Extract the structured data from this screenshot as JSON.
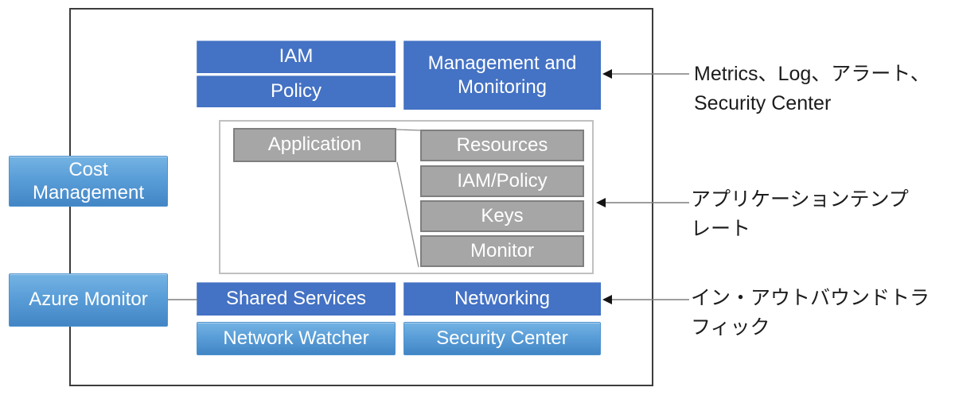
{
  "colors": {
    "dark-blue": "#4472C4",
    "light-blue-top": "#74B3E3",
    "light-blue-mid": "#5A9ED8",
    "light-blue-bottom": "#4285C5",
    "gray-box": "#A6A6A6",
    "gray-box-border": "#7F7F7F",
    "outline": "#3C3C3C",
    "container-border": "#C0C0C0",
    "connector": "#7F7F7F",
    "annotation-text": "#1C1C1C",
    "box-text": "#FFFFFF"
  },
  "boxes": {
    "iam": {
      "label": "IAM"
    },
    "policy": {
      "label": "Policy"
    },
    "management": {
      "lines": [
        "Management and",
        "Monitoring"
      ]
    },
    "cost_management": {
      "lines": [
        "Cost",
        "Management"
      ]
    },
    "azure_monitor": {
      "label": "Azure Monitor"
    },
    "application": {
      "label": "Application"
    },
    "app_stack": [
      {
        "label": "Resources"
      },
      {
        "label": "IAM/Policy"
      },
      {
        "label": "Keys"
      },
      {
        "label": "Monitor"
      }
    ],
    "shared_services": {
      "label": "Shared Services"
    },
    "networking": {
      "label": "Networking"
    },
    "network_watcher": {
      "label": "Network Watcher"
    },
    "security_center": {
      "label": "Security Center"
    }
  },
  "annotations": {
    "management_note": {
      "lines": [
        "Metrics、Log、アラート、",
        "Security Center"
      ]
    },
    "template_note": {
      "lines": [
        "アプリケーションテンプ",
        "レート"
      ]
    },
    "traffic_note": {
      "lines": [
        "イン・アウトバウンドトラ",
        "フィック"
      ]
    }
  }
}
